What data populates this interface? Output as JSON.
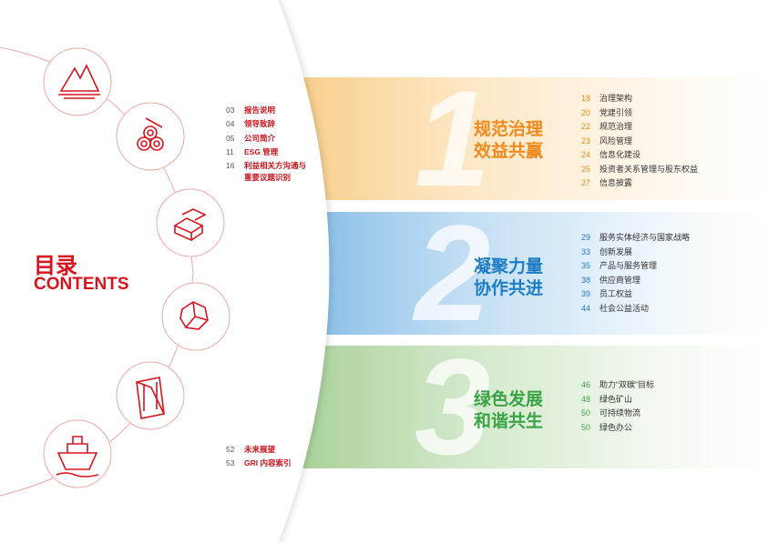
{
  "title": {
    "cn": "目录",
    "en": "CONTENTS"
  },
  "toc_top": [
    {
      "page": "03",
      "label": "报告说明"
    },
    {
      "page": "04",
      "label": "领导致辞"
    },
    {
      "page": "05",
      "label": "公司简介"
    },
    {
      "page": "11",
      "label": "ESG 管理"
    },
    {
      "page": "16",
      "label": "利益相关方沟通与"
    },
    {
      "page": "",
      "label": "重要议题识别"
    }
  ],
  "toc_bottom": [
    {
      "page": "52",
      "label": "未来展望"
    },
    {
      "page": "53",
      "label": "GRI 内容索引"
    }
  ],
  "icons": [
    "mountain-icon",
    "pipes-icon",
    "ingots-icon",
    "ore-icon",
    "steel-beam-icon",
    "ship-icon"
  ],
  "sections": [
    {
      "num": "1",
      "title1": "规范治理",
      "title2": "效益共赢",
      "color": "#ee8a1e",
      "items": [
        {
          "page": "18",
          "label": "治理架构"
        },
        {
          "page": "20",
          "label": "党建引领"
        },
        {
          "page": "22",
          "label": "规范治理"
        },
        {
          "page": "23",
          "label": "风险管理"
        },
        {
          "page": "24",
          "label": "信息化建设"
        },
        {
          "page": "25",
          "label": "投资者关系管理与股东权益"
        },
        {
          "page": "27",
          "label": "信息披露"
        }
      ]
    },
    {
      "num": "2",
      "title1": "凝聚力量",
      "title2": "协作共进",
      "color": "#1d7cc4",
      "items": [
        {
          "page": "29",
          "label": "服务实体经济与国家战略"
        },
        {
          "page": "33",
          "label": "创新发展"
        },
        {
          "page": "35",
          "label": "产品与服务管理"
        },
        {
          "page": "38",
          "label": "供应商管理"
        },
        {
          "page": "39",
          "label": "员工权益"
        },
        {
          "page": "44",
          "label": "社会公益活动"
        }
      ]
    },
    {
      "num": "3",
      "title1": "绿色发展",
      "title2": "和谐共生",
      "color": "#3aa346",
      "items": [
        {
          "page": "46",
          "label": "助力“双碳”目标"
        },
        {
          "page": "48",
          "label": "绿色矿山"
        },
        {
          "page": "50",
          "label": "可持续物流"
        },
        {
          "page": "50",
          "label": "绿色办公"
        }
      ]
    }
  ]
}
